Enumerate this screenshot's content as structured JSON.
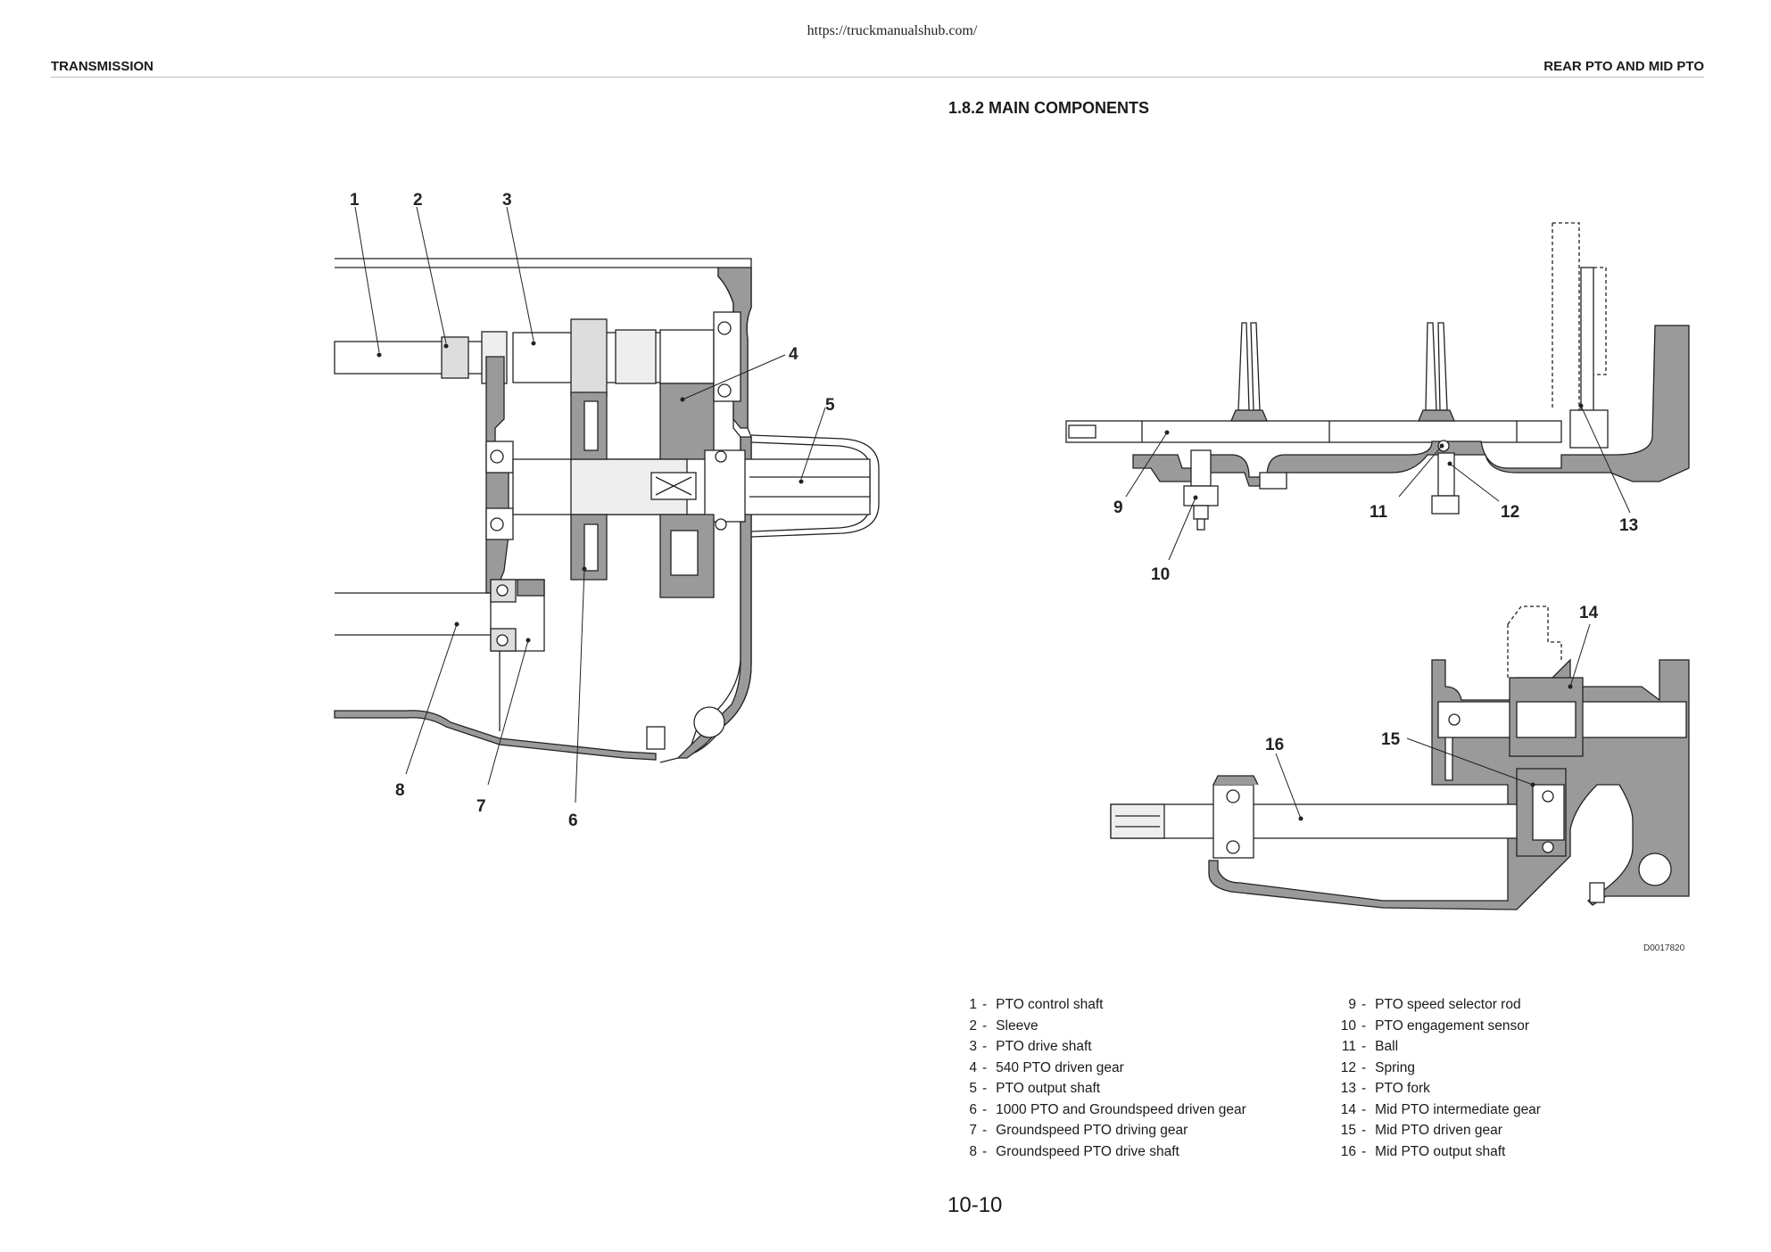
{
  "source_url": "https://truckmanualshub.com/",
  "header": {
    "left": "TRANSMISSION",
    "right": "REAR PTO AND MID PTO"
  },
  "section_title": "1.8.2 MAIN COMPONENTS",
  "figure_id": "D0017820",
  "callouts": [
    "1",
    "2",
    "3",
    "4",
    "5",
    "6",
    "7",
    "8",
    "9",
    "10",
    "11",
    "12",
    "13",
    "14",
    "15",
    "16"
  ],
  "legend_left": [
    {
      "num": "1",
      "label": "PTO control shaft"
    },
    {
      "num": "2",
      "label": "Sleeve"
    },
    {
      "num": "3",
      "label": "PTO drive shaft"
    },
    {
      "num": "4",
      "label": "540 PTO driven gear"
    },
    {
      "num": "5",
      "label": "PTO output shaft"
    },
    {
      "num": "6",
      "label": "1000 PTO and Groundspeed driven gear"
    },
    {
      "num": "7",
      "label": "Groundspeed PTO driving gear"
    },
    {
      "num": "8",
      "label": "Groundspeed PTO drive shaft"
    }
  ],
  "legend_right": [
    {
      "num": "9",
      "label": "PTO speed selector rod"
    },
    {
      "num": "10",
      "label": "PTO engagement sensor"
    },
    {
      "num": "11",
      "label": "Ball"
    },
    {
      "num": "12",
      "label": "Spring"
    },
    {
      "num": "13",
      "label": "PTO fork"
    },
    {
      "num": "14",
      "label": "Mid PTO intermediate gear"
    },
    {
      "num": "15",
      "label": "Mid PTO driven gear"
    },
    {
      "num": "16",
      "label": "Mid PTO output shaft"
    }
  ],
  "page_number": "10-10"
}
